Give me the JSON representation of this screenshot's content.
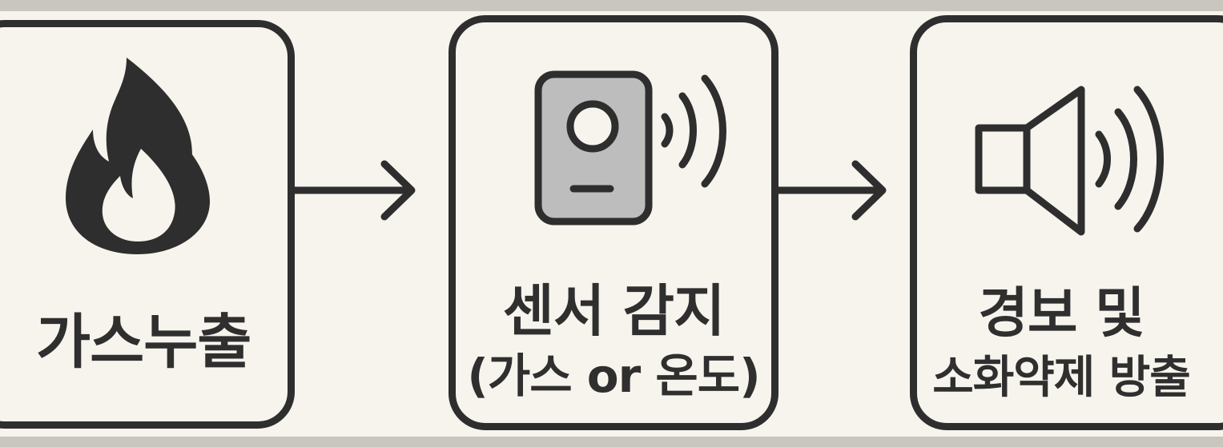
{
  "steps": [
    {
      "label": "가스누출",
      "icon": "flame-icon"
    },
    {
      "label_line1": "센서 감지",
      "label_line2": "(가스 or 온도)",
      "icon": "sensor-icon"
    },
    {
      "label_line1": "경보 및",
      "label_line2": "소화약제 방출",
      "icon": "speaker-icon"
    }
  ],
  "colors": {
    "outline": "#2e2e2e",
    "background": "#f7f4ed",
    "frame": "#c9c5bf",
    "sensor_fill": "#bdbdbd"
  }
}
